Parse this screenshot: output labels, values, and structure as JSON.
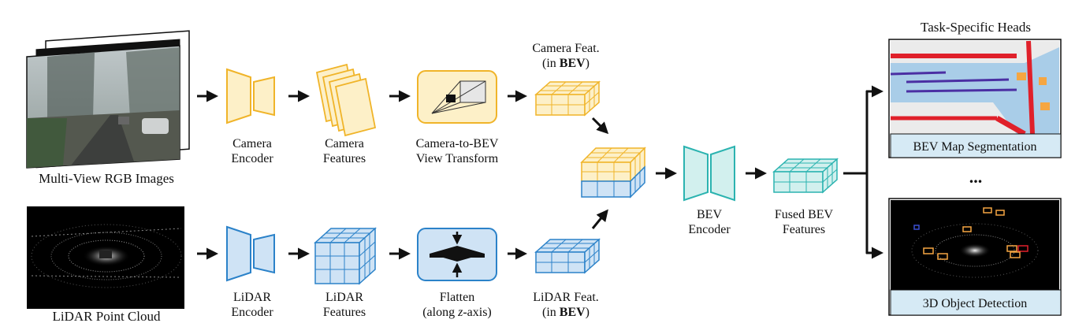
{
  "inputs": {
    "camera_label": "Multi-View RGB Images",
    "lidar_label": "LiDAR Point Cloud"
  },
  "camera_branch": {
    "encoder": [
      "Camera",
      "Encoder"
    ],
    "features": [
      "Camera",
      "Features"
    ],
    "transform": [
      "Camera-to-BEV",
      "View Transform"
    ],
    "bev_feat": {
      "line1": "Camera Feat.",
      "line2_prefix": "(in ",
      "line2_bold": "BEV",
      "line2_suffix": ")"
    }
  },
  "lidar_branch": {
    "encoder": [
      "LiDAR",
      "Encoder"
    ],
    "features": [
      "LiDAR",
      "Features"
    ],
    "flatten": {
      "line1": "Flatten",
      "line2_prefix": "(along ",
      "line2_italic": "z",
      "line2_suffix": "-axis)"
    },
    "bev_feat": {
      "line1": "LiDAR Feat.",
      "line2_prefix": "(in ",
      "line2_bold": "BEV",
      "line2_suffix": ")"
    }
  },
  "fusion": {
    "bev_encoder": [
      "BEV",
      "Encoder"
    ],
    "fused_features": [
      "Fused BEV",
      "Features"
    ]
  },
  "heads": {
    "title": "Task-Specific Heads",
    "segmentation": "BEV Map Segmentation",
    "ellipsis": "...",
    "detection": "3D Object Detection"
  },
  "colors": {
    "camera_stroke": "#f0b429",
    "camera_fill": "#fdf0c8",
    "lidar_stroke": "#2b82c9",
    "lidar_fill": "#cfe3f5",
    "fused_stroke": "#2bb3b0",
    "fused_fill": "#d2f0ee",
    "head_label_fill": "#d6eaf5"
  }
}
